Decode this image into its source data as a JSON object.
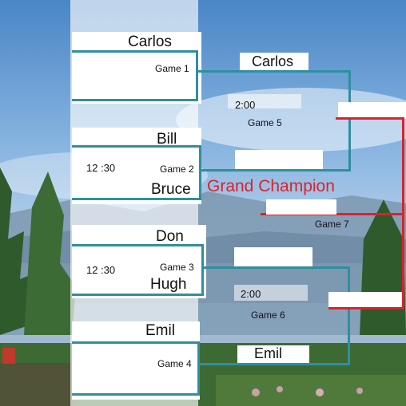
{
  "bracket": {
    "left_slots": [
      {
        "top": "Carlos",
        "bottom": "",
        "game": "Game 1",
        "time": ""
      },
      {
        "top": "Bill",
        "bottom": "Bruce",
        "game": "Game 2",
        "time": "12 :30"
      },
      {
        "top": "Don",
        "bottom": "Hugh",
        "game": "Game 3",
        "time": "12 :30"
      },
      {
        "top": "Emil",
        "bottom": "",
        "game": "Game 4",
        "time": ""
      }
    ],
    "round2": [
      {
        "winner_top": "Carlos",
        "winner_bottom": "",
        "time": "2:00",
        "game": "Game  5"
      },
      {
        "winner_top": "",
        "winner_bottom": "Emil",
        "time": "2:00",
        "game": "Game  6"
      }
    ],
    "final": {
      "game": "Game  7",
      "title": "Grand Champion"
    }
  },
  "colors": {
    "bracket_line": "#2f8fa0",
    "champion_line": "#d9232d",
    "champion_text": "#d9232d"
  }
}
